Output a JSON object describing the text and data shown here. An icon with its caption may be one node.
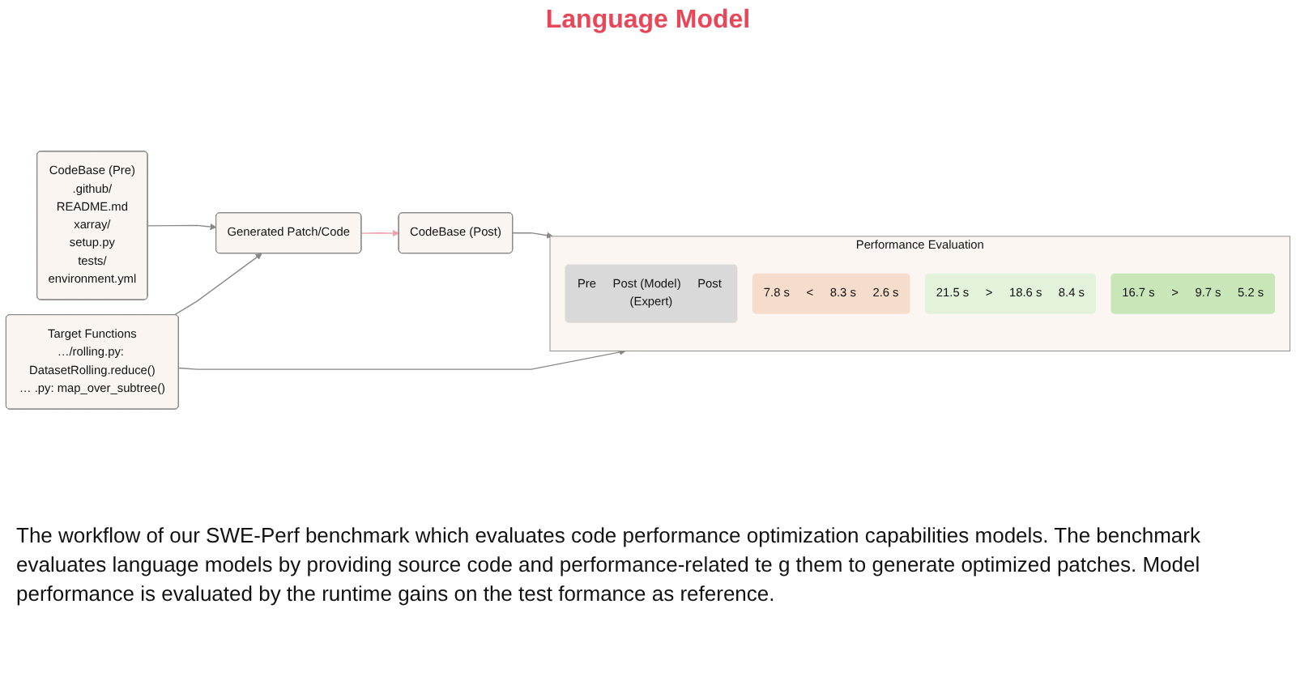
{
  "diagram": {
    "caption": "The workflow of our SWE-Perf benchmark which evaluates code performance optimization capabilities models. The benchmark evaluates language models by providing source code and performance-related te g them to generate optimized patches. Model performance is evaluated by the runtime gains on the test formance as reference.",
    "nodes": [
      {
        "text": [
          "CodeBase (Pre)",
          ".github/",
          "README.md",
          "xarray/",
          "setup.py",
          "tests/",
          "environment.yml"
        ]
      },
      {
        "text": [
          "Target Functions",
          "…/rolling.py: DatasetRolling.reduce()",
          "… .py: map_over_subtree()"
        ]
      },
      {
        "text": [
          "Generated Patch/Code"
        ]
      },
      {
        "text": [
          "CodeBase (Post)"
        ]
      },
      {
        "text": [
          "Performance Evaluation"
        ]
      },
      {
        "text": [
          "Pre",
          "Post (Model)",
          "Post (Expert)"
        ],
        "in": 4
      },
      {
        "text": [
          "7.8 s",
          "<",
          "8.3 s",
          "2.6 s"
        ],
        "in": 4
      },
      {
        "text": [
          "21.5 s",
          ">",
          "18.6 s",
          "8.4 s"
        ],
        "in": 4
      },
      {
        "text": [
          "16.7 s",
          ">",
          "9.7 s",
          "5.2 s"
        ],
        "in": 4
      }
    ],
    "edges": [
      {
        "from": 0,
        "to": 2,
        "arrow": "to"
      },
      {
        "from": 1,
        "to": 2,
        "arrow": "to"
      },
      {
        "from": 2,
        "to": 3,
        "arrow": "to",
        "color": "#f0a0a8"
      },
      {
        "from": 3,
        "to": 4,
        "arrow": "to"
      },
      {
        "from": 1,
        "to": 4,
        "arrow": "to"
      }
    ],
    "labels": [
      "Language Model"
    ]
  }
}
